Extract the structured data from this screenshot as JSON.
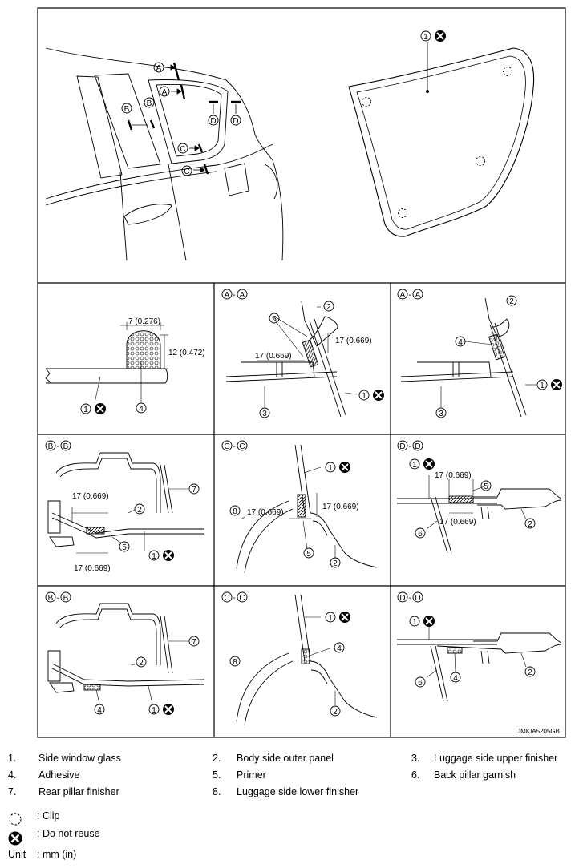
{
  "figure": {
    "id_code": "JMKIA5205GB",
    "callouts": {
      "a": "A",
      "b": "B",
      "c": "C",
      "d": "D",
      "n1": "1",
      "n2": "2",
      "n3": "3",
      "n4": "4",
      "n5": "5",
      "n6": "6",
      "n7": "7",
      "n8": "8"
    },
    "section_sep": "-",
    "dimensions": {
      "width": "7 (0.276)",
      "height": "12 (0.472)",
      "primer": "17 (0.669)"
    }
  },
  "legend": {
    "items": [
      {
        "num": "1.",
        "label": "Side window glass"
      },
      {
        "num": "2.",
        "label": "Body side outer panel"
      },
      {
        "num": "3.",
        "label": "Luggage side upper finisher"
      },
      {
        "num": "4.",
        "label": "Adhesive"
      },
      {
        "num": "5.",
        "label": "Primer"
      },
      {
        "num": "6.",
        "label": "Back pillar garnish"
      },
      {
        "num": "7.",
        "label": "Rear pillar finisher"
      },
      {
        "num": "8.",
        "label": "Luggage side lower finisher"
      }
    ],
    "clip_text": ": Clip",
    "noreuse_text": ": Do not reuse",
    "unit_label": "Unit",
    "unit_text": ": mm (in)"
  }
}
